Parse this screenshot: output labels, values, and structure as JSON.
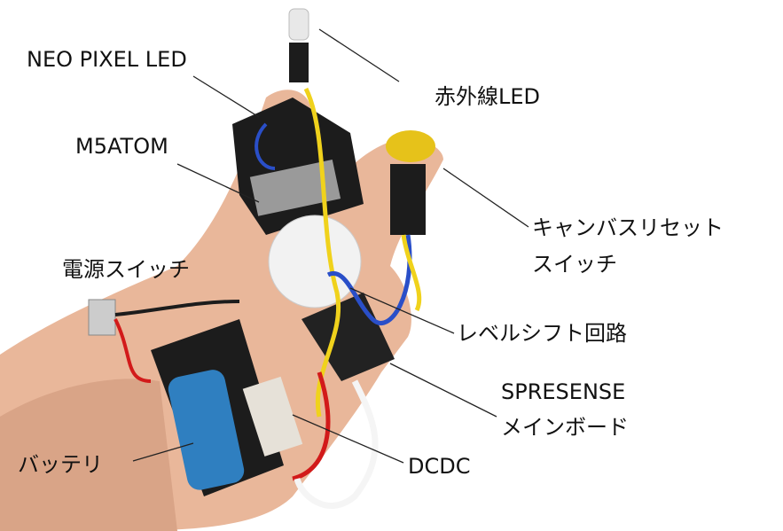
{
  "labels": {
    "neo_pixel_led": "NEO PIXEL LED",
    "infrared_led": "赤外線LED",
    "m5atom": "M5ATOM",
    "canvas_reset_switch_line1": "キャンバスリセット",
    "canvas_reset_switch_line2": "スイッチ",
    "power_switch": "電源スイッチ",
    "level_shift_circuit": "レベルシフト回路",
    "spresense_line1": "SPRESENSE",
    "spresense_line2": "メインボード",
    "battery": "バッテリ",
    "dcdc": "DCDC"
  },
  "colors": {
    "skin": "#e9b79a",
    "device_black": "#1c1c1c",
    "battery_blue": "#2f7fc0",
    "button_yellow": "#e6c21a",
    "wire_red": "#d21a1a",
    "wire_yellow": "#f0d21c",
    "wire_blue": "#2a4fc8",
    "leader_line": "#222222"
  }
}
